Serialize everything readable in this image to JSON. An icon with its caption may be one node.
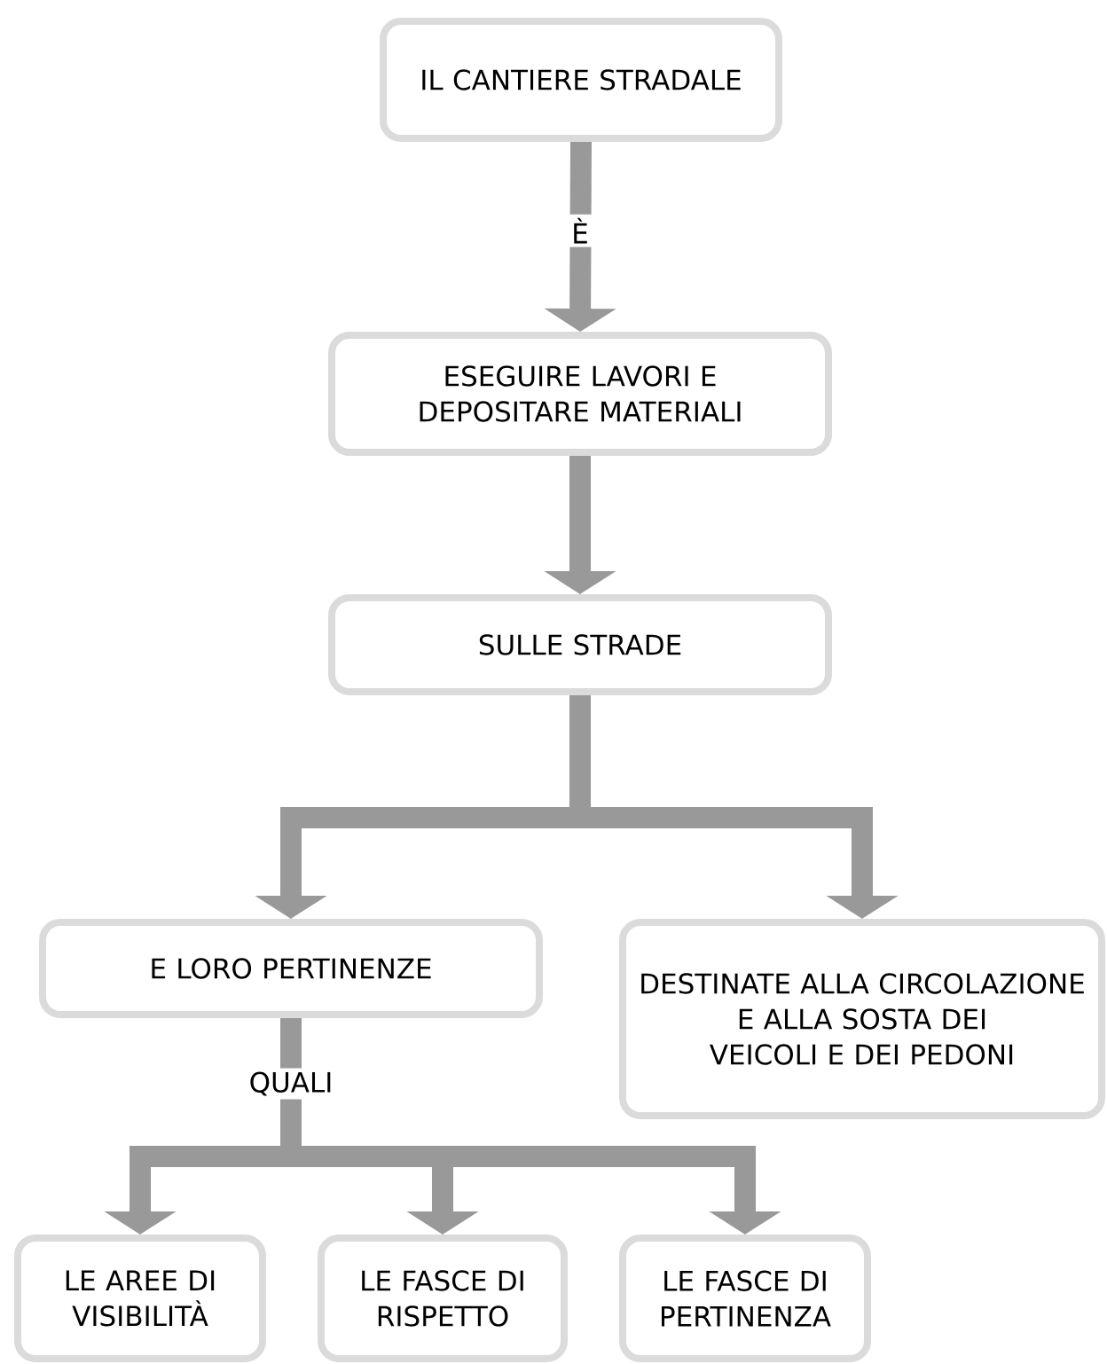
{
  "diagram": {
    "nodes": [
      {
        "text": [
          "IL CANTIERE STRADALE"
        ]
      },
      {
        "text": [
          "ESEGUIRE LAVORI E DEPOSITARE MATERIALI"
        ]
      },
      {
        "text": [
          "SULLE STRADE"
        ]
      },
      {
        "text": [
          "E LORO PERTINENZE"
        ]
      },
      {
        "text": [
          "DESTINATE ALLA CIRCOLAZIONE E ALLA SOSTA DEI VEICOLI E DEI PEDONI"
        ]
      },
      {
        "text": [
          "LE AREE DI VISIBILITÀ"
        ]
      },
      {
        "text": [
          "LE FASCE DI RISPETTO"
        ]
      },
      {
        "text": [
          "LE FASCE DI PERTINENZA"
        ]
      }
    ],
    "edges": [
      {
        "from": 0,
        "to": 1,
        "arrow": "to",
        "label": "È"
      },
      {
        "from": 1,
        "to": 2,
        "arrow": "to"
      },
      {
        "from": 2,
        "to": 3,
        "arrow": "to"
      },
      {
        "from": 2,
        "to": 4,
        "arrow": "to"
      },
      {
        "from": 3,
        "to": 5,
        "arrow": "to",
        "label": "QUALI"
      },
      {
        "from": 3,
        "to": 6,
        "arrow": "to"
      },
      {
        "from": 3,
        "to": 7,
        "arrow": "to"
      }
    ]
  }
}
